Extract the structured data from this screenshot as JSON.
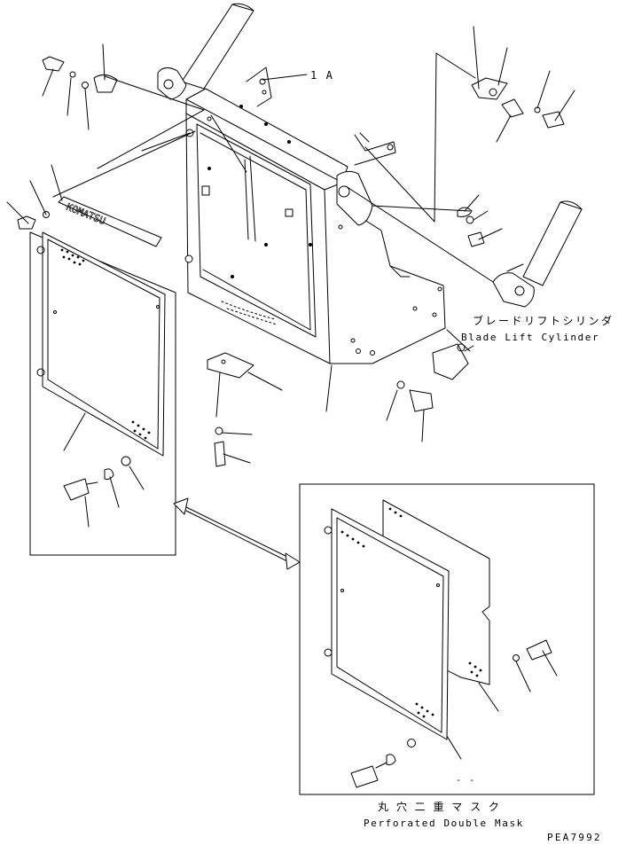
{
  "labels": {
    "ref_1a": "1 A",
    "blade_lift_jp": "ブレードリフトシリンダ",
    "blade_lift_en": "Blade Lift Cylinder",
    "mask_jp": "丸 穴 二 重 マ ス ク",
    "mask_en": "Perforated Double Mask",
    "figure_code": "PEA7992",
    "inset_mark": "- -",
    "nameplate": "KOMATSU"
  },
  "colors": {
    "ink": "#000000",
    "paper": "#ffffff"
  }
}
